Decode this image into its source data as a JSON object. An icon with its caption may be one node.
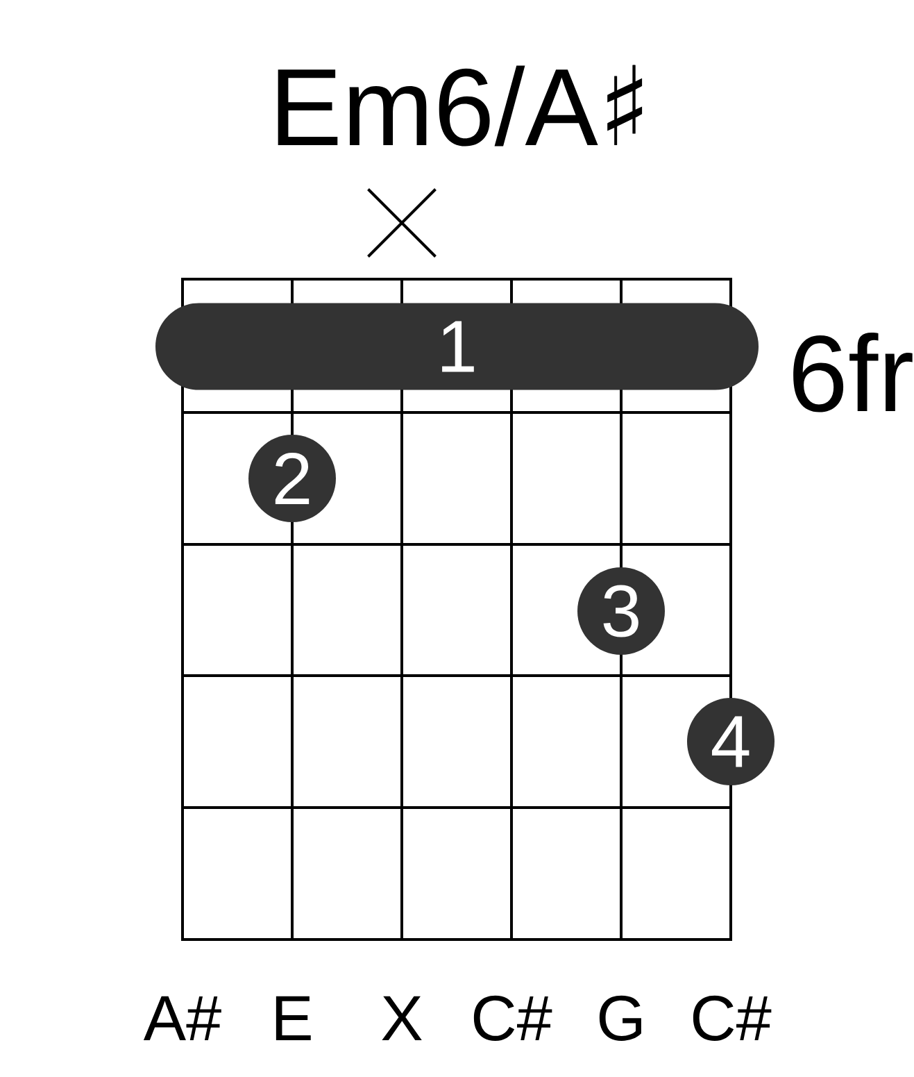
{
  "diagram": {
    "title": "Em6/A♯",
    "nodes": [
      {
        "text": [
          "1"
        ]
      },
      {
        "text": [
          "2"
        ]
      },
      {
        "text": [
          "3"
        ]
      },
      {
        "text": [
          "4"
        ]
      }
    ],
    "labels": [
      "6fr",
      "A#",
      "E",
      "X",
      "C#",
      "G",
      "C#"
    ]
  }
}
